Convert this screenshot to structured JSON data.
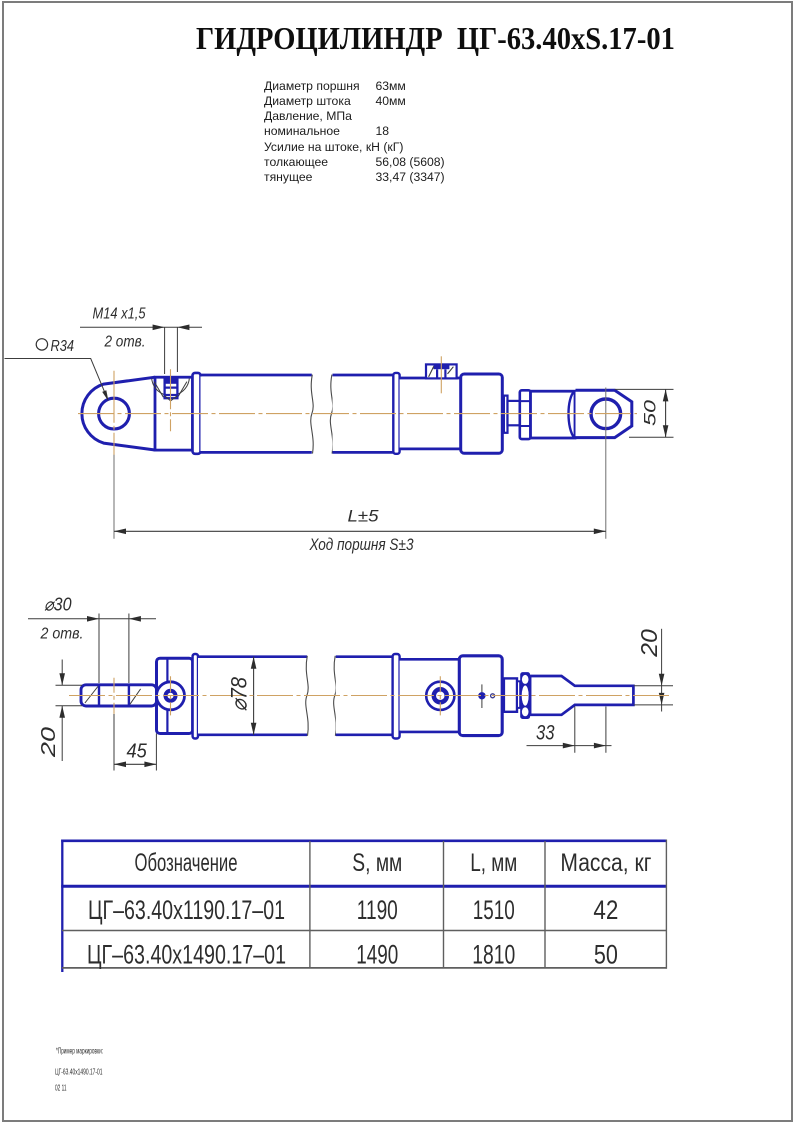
{
  "title": "ГИДРОЦИЛИНДР  ЦГ-63.40xS.17-01",
  "specs": {
    "rows": [
      {
        "label": "Диаметр поршня",
        "value": "63мм"
      },
      {
        "label": "Диаметр штока",
        "value": "40мм"
      },
      {
        "label": "Давление, МПа",
        "value": ""
      },
      {
        "label": "номинальное",
        "value": "18"
      },
      {
        "label": "Усилие на штоке, кН (кГ)",
        "value": ""
      },
      {
        "label": "толкающее",
        "value": "56,08 (5608)"
      },
      {
        "label": "тянущее",
        "value": "33,47 (3347)"
      }
    ]
  },
  "drawing": {
    "colors": {
      "line_blue": "#1f1fae",
      "centerline_orange": "#cfa263",
      "dim_black": "#3c3c3c",
      "ext_gray": "#6f6f6f"
    },
    "labels": {
      "thread_spec": "M14 x1,5",
      "thread_holes": "2 отв.",
      "eye_radius": "R34",
      "eye_width": "50",
      "length_dim": "L±5",
      "stroke_dim": "Ход поршня S±3",
      "hole_dia": "⌀30",
      "hole_count": "2 отв.",
      "plate_thickness": "20",
      "hole_offset": "45",
      "barrel_dia": "⌀78",
      "rod_end_offset": "33",
      "rod_end_thickness": "20"
    }
  },
  "table": {
    "headers": [
      "Обозначение",
      "S, мм",
      "L, мм",
      "Масса, кг"
    ],
    "rows": [
      [
        "ЦГ–63.40х1190.17–01",
        "1190",
        "1510",
        "42"
      ],
      [
        "ЦГ–63.40х1490.17–01",
        "1490",
        "1810",
        "50"
      ]
    ]
  },
  "footer": {
    "lines": [
      "*Пример маркировки:",
      "ЦГ-63.40х1490.17-01",
      "02 11"
    ]
  }
}
